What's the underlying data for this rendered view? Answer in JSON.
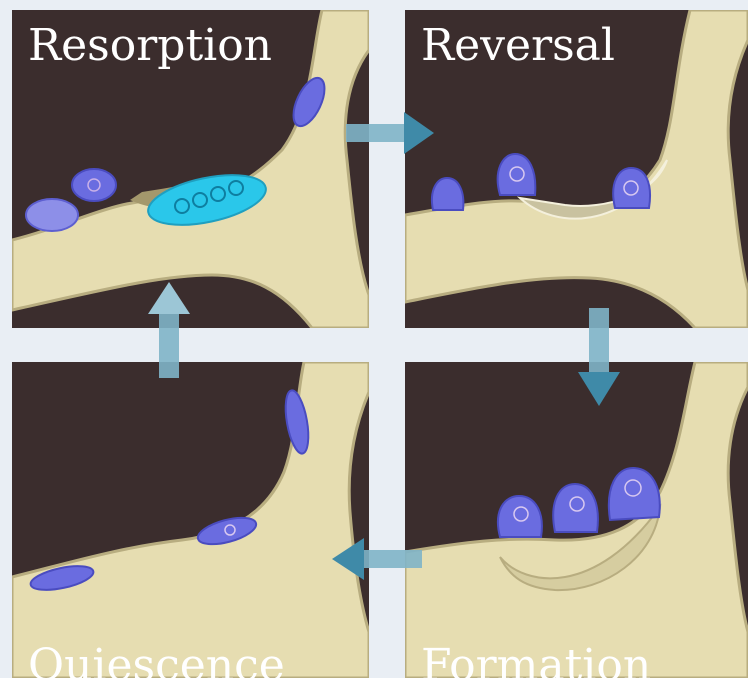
{
  "panels": {
    "resorption": {
      "label": "Resorption"
    },
    "reversal": {
      "label": "Reversal"
    },
    "formation": {
      "label": "Formation"
    },
    "quiescence": {
      "label": "Quiescence"
    }
  },
  "colors": {
    "background": "#3b2d2d",
    "bone": "#e8dfb4",
    "bone_shadow": "#b9ad80",
    "cell": "#6a6ce0",
    "osteoclast": "#27c8ea",
    "arrow": "#7fb4c8"
  }
}
